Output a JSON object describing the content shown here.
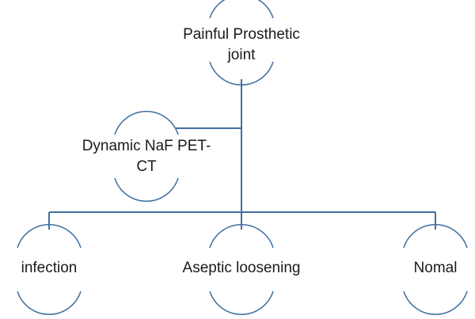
{
  "nodes": {
    "root": {
      "line1": "Painful Prosthetic",
      "line2": "joint"
    },
    "method": {
      "line1": "Dynamic NaF PET-",
      "line2": "CT"
    },
    "leaf_left": {
      "label": "infection"
    },
    "leaf_center": {
      "label": "Aseptic loosening"
    },
    "leaf_right": {
      "label": "Nomal"
    }
  },
  "colors": {
    "connector": "#3f6fa0",
    "node_arc": "#3f6fa0",
    "text": "#1a1a1a"
  }
}
